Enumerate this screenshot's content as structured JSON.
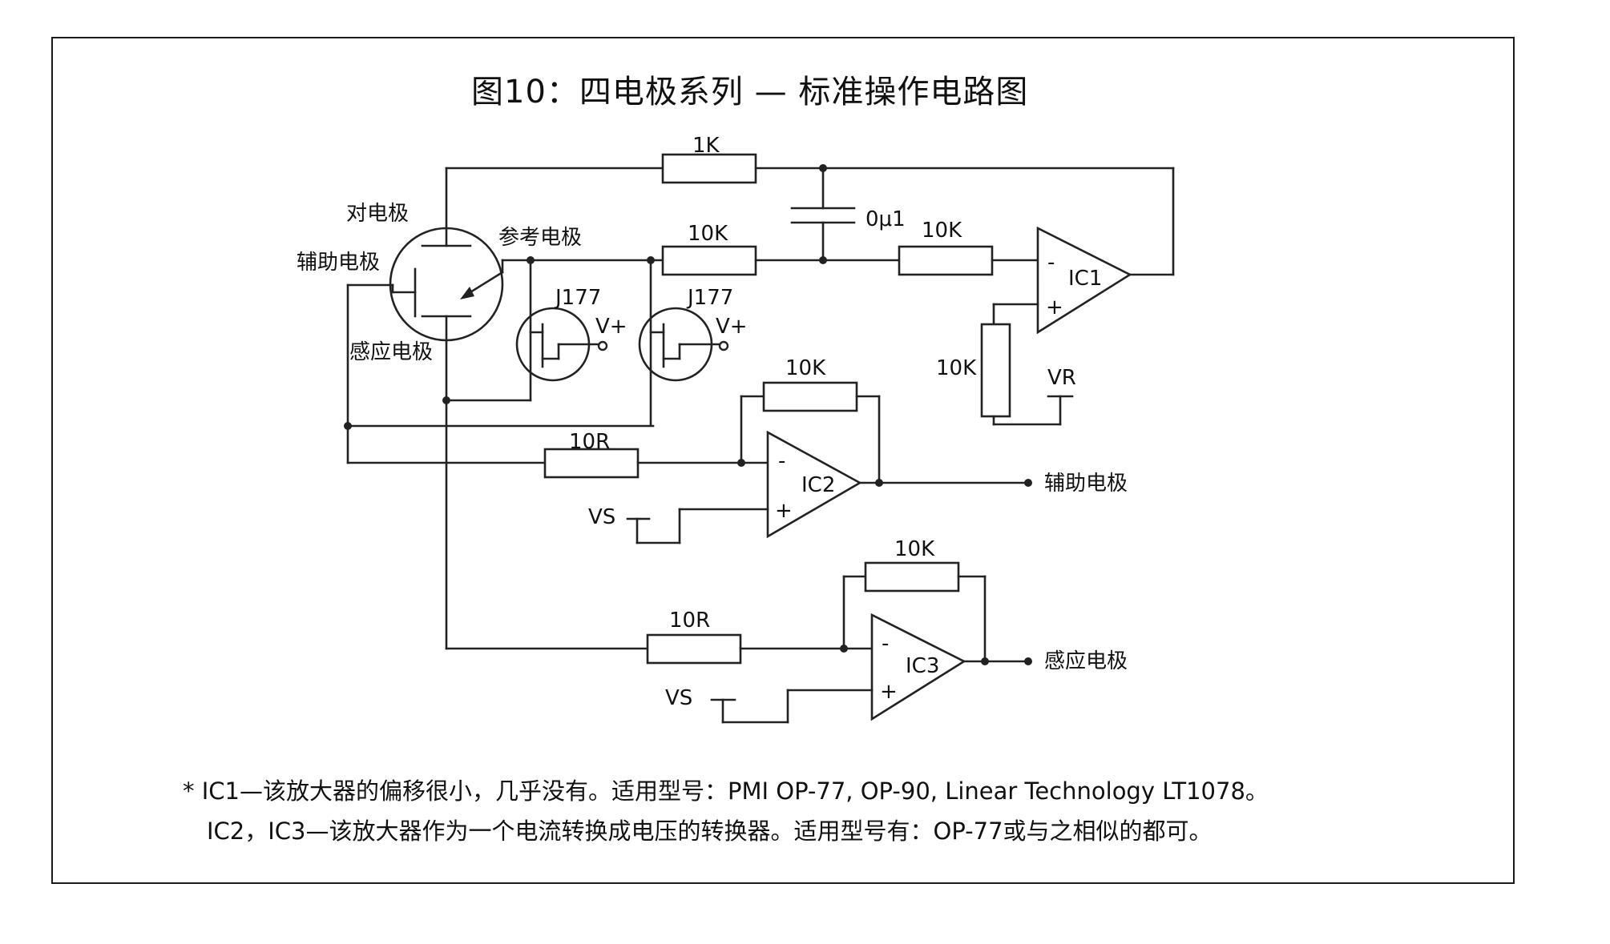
{
  "figure": {
    "title": "图10：四电极系列 — 标准操作电路图"
  },
  "components": {
    "r_feedback_ic1": "1K",
    "capacitor": "0μ1",
    "r_in_left": "10K",
    "r_in_ic1": "10K",
    "r_vr": "10K",
    "r_feedback_ic2": "10K",
    "r_in_ic2": "10R",
    "r_feedback_ic3": "10K",
    "r_in_ic3": "10R",
    "jfet_1": "J177",
    "jfet_2": "J177",
    "vplus": "V+",
    "vr": "VR",
    "vs": "VS",
    "ic1": "IC1",
    "ic2": "IC2",
    "ic3": "IC3",
    "minus": "-",
    "plus": "+"
  },
  "electrodes": {
    "counter": "对电极",
    "auxiliary": "辅助电极",
    "reference": "参考电极",
    "sensing": "感应电极"
  },
  "outputs": {
    "auxiliary": "辅助电极",
    "sensing": "感应电极"
  },
  "notes": {
    "line1": "* IC1—该放大器的偏移很小，几乎没有。适用型号：PMI OP-77, OP-90, Linear Technology LT1078。",
    "line2": "IC2，IC3—该放大器作为一个电流转换成电压的转换器。适用型号有：OP-77或与之相似的都可。"
  }
}
